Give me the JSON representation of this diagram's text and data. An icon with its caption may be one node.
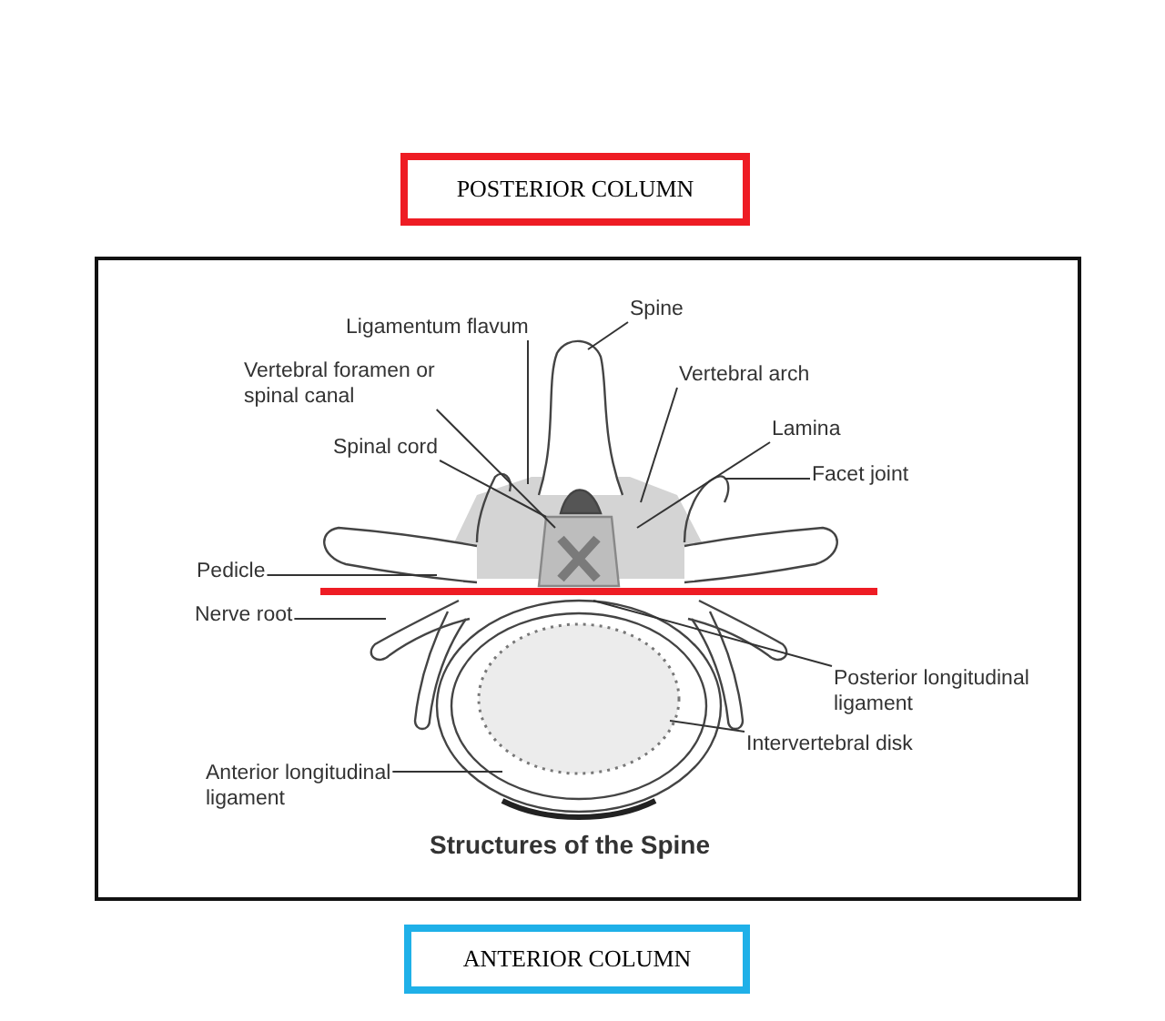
{
  "diagram": {
    "caption": "Structures of the Spine",
    "nodes": [
      {
        "text": [
          "POSTERIOR COLUMN"
        ]
      },
      {
        "text": [
          "Spine"
        ]
      },
      {
        "text": [
          "Ligamentum flavum"
        ]
      },
      {
        "text": [
          "Vertebral foramen or spinal canal"
        ]
      },
      {
        "text": [
          "Vertebral arch"
        ]
      },
      {
        "text": [
          "Lamina"
        ]
      },
      {
        "text": [
          "Spinal cord"
        ]
      },
      {
        "text": [
          "Facet joint"
        ]
      },
      {
        "text": [
          "Pedicle"
        ]
      },
      {
        "text": [
          "Nerve root"
        ]
      },
      {
        "text": [
          "Posterior longitudinal ligament"
        ]
      },
      {
        "text": [
          "Intervertebral disk"
        ]
      },
      {
        "text": [
          "Anterior longitudinal ligament"
        ]
      },
      {
        "text": [
          "ANTERIOR COLUMN"
        ]
      }
    ],
    "edges": [
      {
        "from": 1,
        "to": null,
        "arrow": "none"
      },
      {
        "from": 2,
        "to": null,
        "arrow": "none"
      },
      {
        "from": 3,
        "to": null,
        "arrow": "none"
      },
      {
        "from": 4,
        "to": null,
        "arrow": "none"
      },
      {
        "from": 5,
        "to": null,
        "arrow": "none"
      },
      {
        "from": 6,
        "to": null,
        "arrow": "none"
      },
      {
        "from": 7,
        "to": null,
        "arrow": "none"
      },
      {
        "from": 8,
        "to": null,
        "arrow": "none"
      },
      {
        "from": 9,
        "to": null,
        "arrow": "none"
      },
      {
        "from": 10,
        "to": null,
        "arrow": "none"
      },
      {
        "from": 11,
        "to": null,
        "arrow": "none"
      },
      {
        "from": 12,
        "to": null,
        "arrow": "none"
      }
    ]
  }
}
